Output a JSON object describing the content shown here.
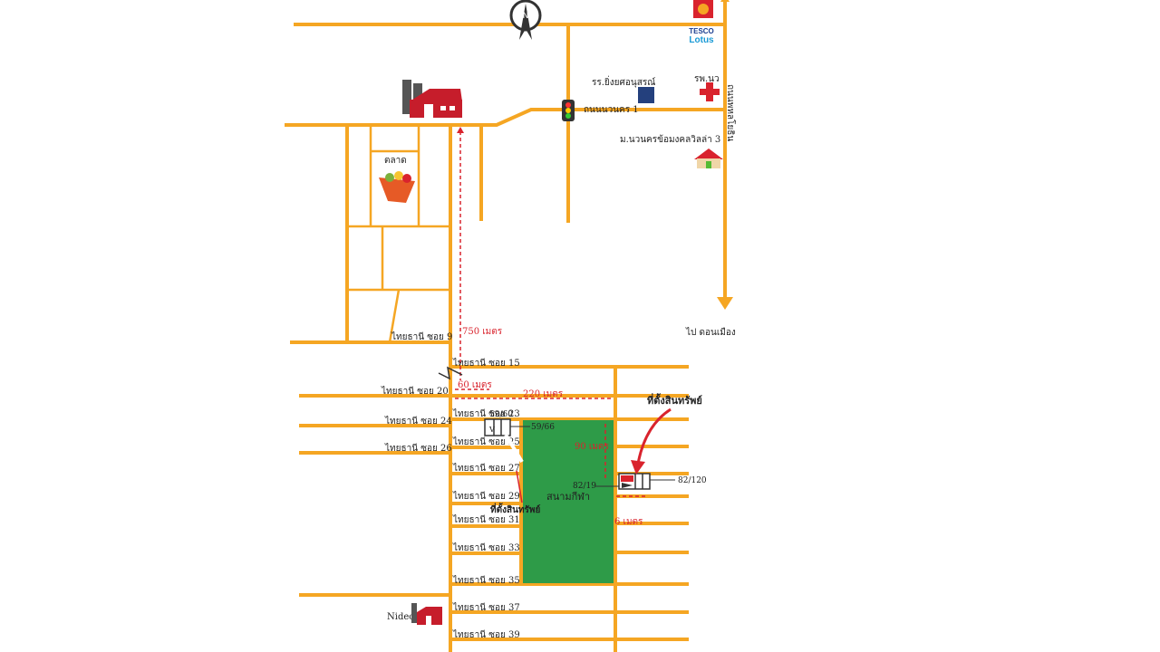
{
  "map": {
    "north_symbol": "N",
    "brand": {
      "line1": "TESCO",
      "line2": "Lotus"
    },
    "labels": {
      "school": "รร.ยิ่งยศอนุสรณ์",
      "hospital": "รพ.นว",
      "road_main": "ถนนนวนคร 1",
      "village": "ม.นวนครข้อมงคลวิลล่า 3",
      "market": "ตลาด",
      "side_road": "ถนนพหลโยธิน",
      "to_donmueang": "ไป ดอนเมือง",
      "nidec": "Nidec",
      "property_top": "ที่ตั้งสินทรัพย์",
      "property_left": "ที่ตั้งสินทรัพย์",
      "green_area": "สนามกีฬา"
    },
    "soi_left": [
      "ไทยธานี ซอย 9",
      "ไทยธานี ซอย 20",
      "ไทยธานี ซอย 24",
      "ไทยธานี ซอย 26"
    ],
    "soi_right": [
      "ไทยธานี ซอย 15",
      "ไทยธานี ซอย 23",
      "ไทยธานี ซอย 25",
      "ไทยธานี ซอย 27",
      "ไทยธานี ซอย 29",
      "ไทยธานี ซอย 31",
      "ไทยธานี ซอย 33",
      "ไทยธานี ซอย 35",
      "ไทยธานี ซอย 37",
      "ไทยธานี ซอย 39"
    ],
    "distances": {
      "d750": "750 เมตร",
      "d60": "60 เมตร",
      "d220": "220 เมตร",
      "d90": "90 เมตร",
      "d6": "6 เมตร"
    },
    "house_numbers": {
      "h5960": "59/60",
      "h5966": "59/66",
      "h8219": "82/19",
      "h82120": "82/120"
    },
    "colors": {
      "road": "#f5a623",
      "green": "#2e9b48",
      "accent_red": "#d9232d"
    },
    "icons": [
      "compass-icon",
      "tesco-lotus-logo",
      "factory-icon",
      "traffic-light-icon",
      "school-book-icon",
      "hospital-cross-icon",
      "house-icon",
      "market-basket-icon",
      "property-marker-icon"
    ]
  }
}
